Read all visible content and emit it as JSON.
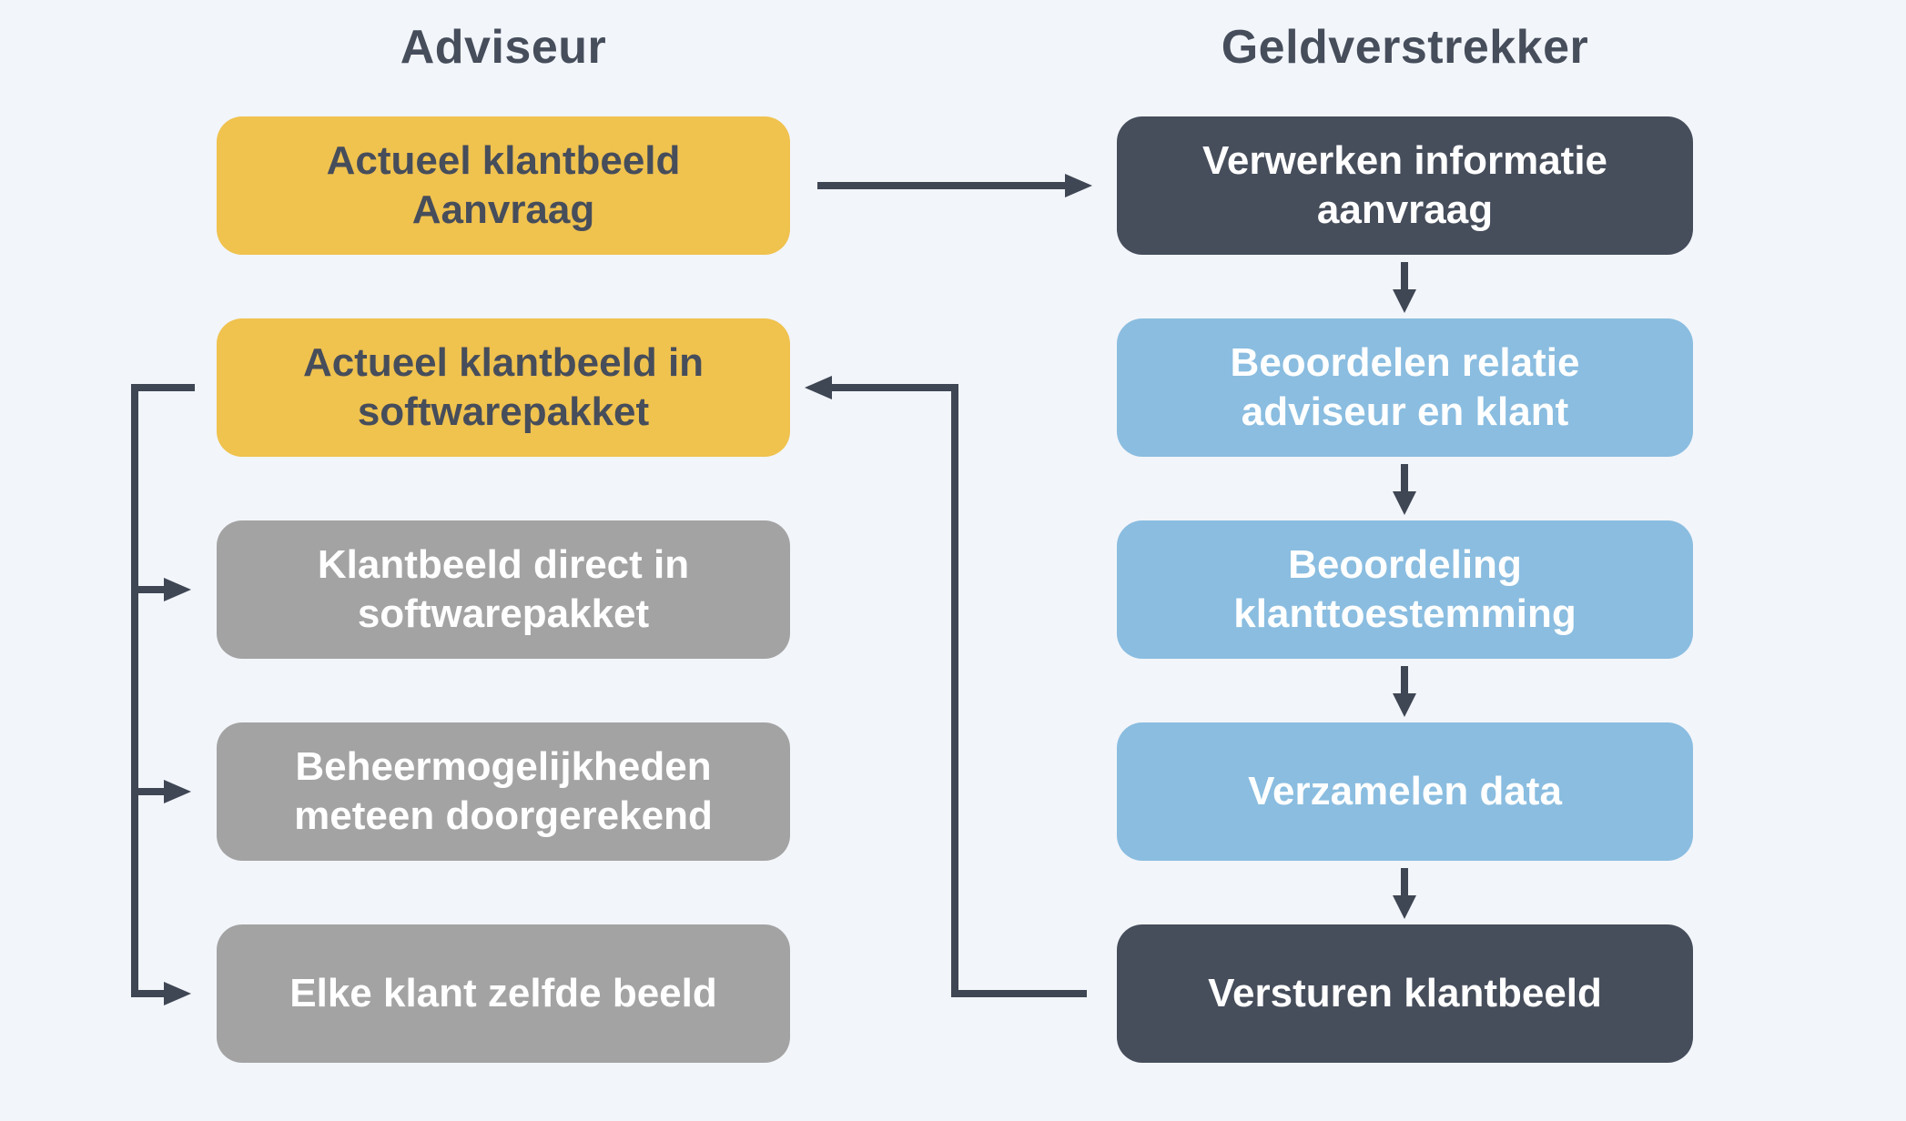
{
  "colors": {
    "background": "#f2f5fa",
    "yellow": "#f0c24e",
    "gray": "#a3a3a3",
    "navy": "#464d5b",
    "blue": "#8abde0",
    "arrow": "#3f4654",
    "text_dark": "#464d5b",
    "text_light": "#ffffff"
  },
  "diagram": {
    "columns": [
      {
        "header": "Adviseur",
        "boxes": [
          {
            "id": "actueel-klantbeeld-aanvraag",
            "label": "Actueel klantbeeld\nAanvraag",
            "variant": "yellow"
          },
          {
            "id": "actueel-klantbeeld-in-softwarepakket",
            "label": "Actueel klantbeeld in\nsoftwarepakket",
            "variant": "yellow"
          },
          {
            "id": "klantbeeld-direct-in-softwarepakket",
            "label": "Klantbeeld direct in\nsoftwarepakket",
            "variant": "gray"
          },
          {
            "id": "beheermogelijkheden-meteen-doorgerekend",
            "label": "Beheermogelijkheden\nmeteen doorgerekend",
            "variant": "gray"
          },
          {
            "id": "elke-klant-zelfde-beeld",
            "label": "Elke klant zelfde beeld",
            "variant": "gray"
          }
        ]
      },
      {
        "header": "Geldverstrekker",
        "boxes": [
          {
            "id": "verwerken-informatie-aanvraag",
            "label": "Verwerken informatie\naanvraag",
            "variant": "navy"
          },
          {
            "id": "beoordelen-relatie-adviseur-en-klant",
            "label": "Beoordelen relatie\nadviseur en klant",
            "variant": "blue"
          },
          {
            "id": "beoordeling-klanttoestemming",
            "label": "Beoordeling\nklanttoestemming",
            "variant": "blue"
          },
          {
            "id": "verzamelen-data",
            "label": "Verzamelen data",
            "variant": "blue"
          },
          {
            "id": "versturen-klantbeeld",
            "label": "Versturen klantbeeld",
            "variant": "navy"
          }
        ]
      }
    ],
    "edges": [
      {
        "from": "actueel-klantbeeld-aanvraag",
        "to": "verwerken-informatie-aanvraag"
      },
      {
        "from": "verwerken-informatie-aanvraag",
        "to": "beoordelen-relatie-adviseur-en-klant"
      },
      {
        "from": "beoordelen-relatie-adviseur-en-klant",
        "to": "beoordeling-klanttoestemming"
      },
      {
        "from": "beoordeling-klanttoestemming",
        "to": "verzamelen-data"
      },
      {
        "from": "verzamelen-data",
        "to": "versturen-klantbeeld"
      },
      {
        "from": "versturen-klantbeeld",
        "to": "actueel-klantbeeld-in-softwarepakket"
      },
      {
        "from": "actueel-klantbeeld-in-softwarepakket",
        "to": "klantbeeld-direct-in-softwarepakket"
      },
      {
        "from": "actueel-klantbeeld-in-softwarepakket",
        "to": "beheermogelijkheden-meteen-doorgerekend"
      },
      {
        "from": "actueel-klantbeeld-in-softwarepakket",
        "to": "elke-klant-zelfde-beeld"
      }
    ]
  }
}
